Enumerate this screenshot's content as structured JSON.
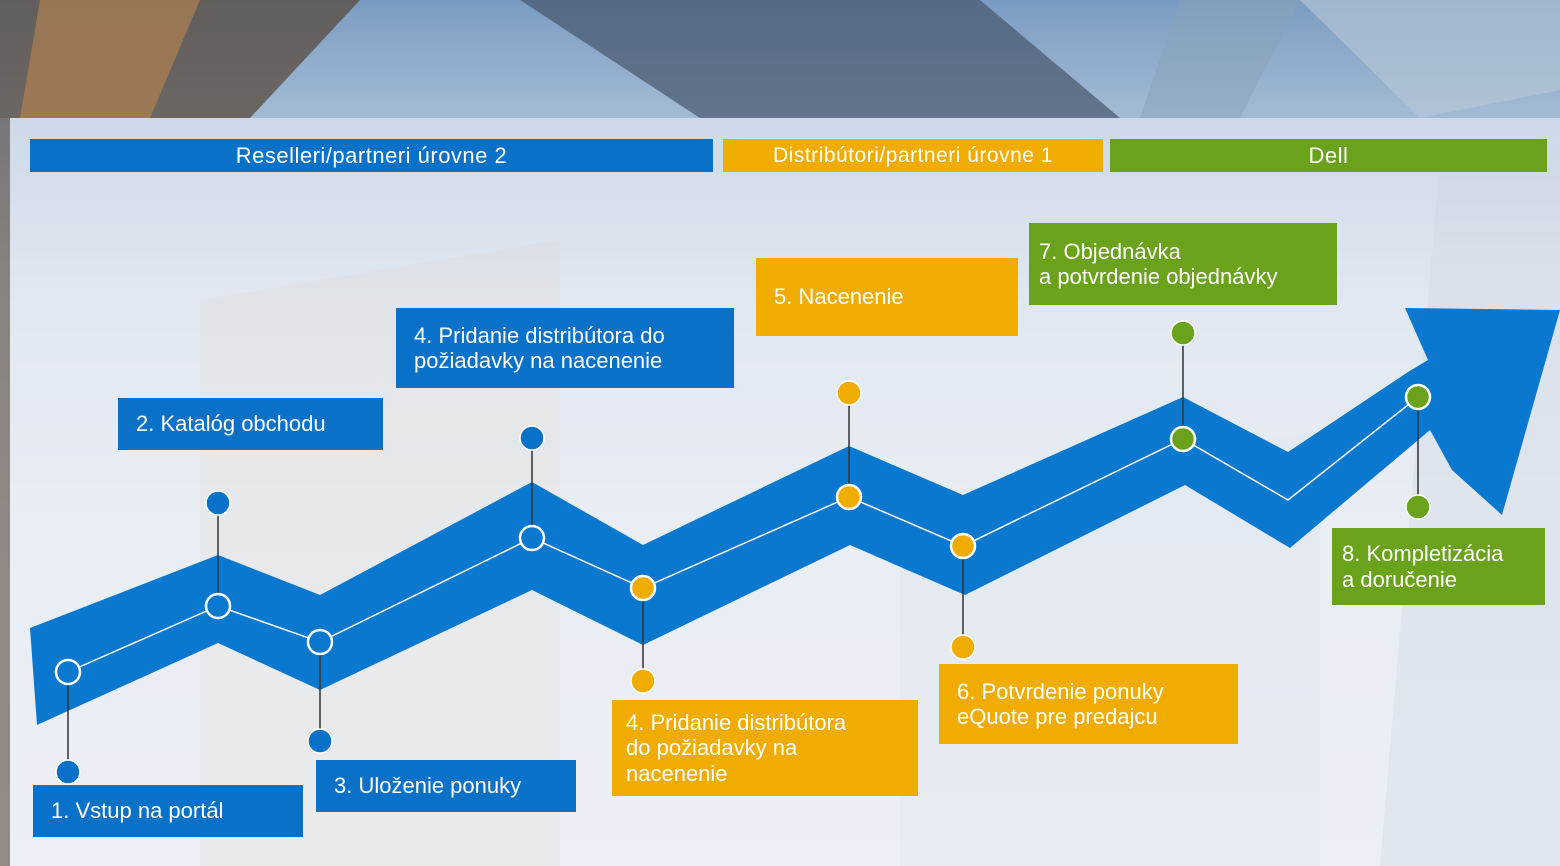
{
  "stripes": {
    "resellers": "Reselleri/partneri úrovne 2",
    "distributors": "Distribútori/partneri úrovne 1",
    "dell": "Dell"
  },
  "steps": {
    "s1": "1. Vstup na portál",
    "s2": "2. Katalóg obchodu",
    "s3": "3. Uloženie ponuky",
    "s4a_line1": "4. Pridanie distribútora do",
    "s4a_line2": "požiadavky na nacenenie",
    "s4b_line1": "4. Pridanie distribútora",
    "s4b_line2": "do požiadavky na",
    "s4b_line3": "nacenenie",
    "s5": "5. Nacenenie",
    "s6_line1": "6. Potvrdenie ponuky",
    "s6_line2": "eQuote pre predajcu",
    "s7_line1": "7. Objednávka",
    "s7_line2": "a potvrdenie objednávky",
    "s8_line1": "8. Kompletizácia",
    "s8_line2": "a doručenie"
  },
  "colors": {
    "blue": "#0a71c8",
    "orange": "#f0ac00",
    "green": "#6aa21c",
    "arrow": "#0b78d0"
  }
}
